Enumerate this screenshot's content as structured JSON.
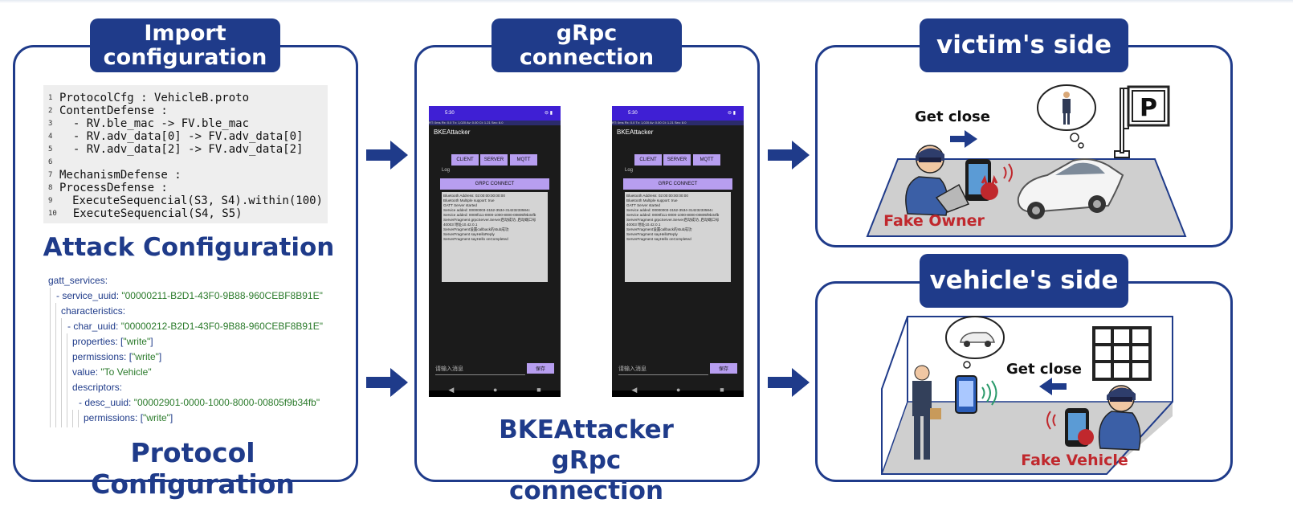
{
  "colors": {
    "navy": "#1f3b8a",
    "arrow": "#1f3b8a",
    "red": "#c0282d",
    "purple": "#b79ef0"
  },
  "panel1": {
    "tab": "Import configuration",
    "code_lines": [
      {
        "n": "1",
        "t": "ProtocolCfg : VehicleB.proto"
      },
      {
        "n": "2",
        "t": "ContentDefense :"
      },
      {
        "n": "3",
        "t": "  - RV.ble_mac -> FV.ble_mac"
      },
      {
        "n": "4",
        "t": "  - RV.adv_data[0] -> FV.adv_data[0]"
      },
      {
        "n": "5",
        "t": "  - RV.adv_data[2] -> FV.adv_data[2]"
      },
      {
        "n": "6",
        "t": ""
      },
      {
        "n": "7",
        "t": "MechanismDefense :"
      },
      {
        "n": "8",
        "t": "ProcessDefense :"
      },
      {
        "n": "9",
        "t": "  ExecuteSequencial(S3, S4).within(100)"
      },
      {
        "n": "10",
        "t": "  ExecuteSequencial(S4, S5)"
      }
    ],
    "attack_title": "Attack Configuration",
    "yaml": [
      {
        "k": "gatt_services:",
        "v": ""
      },
      {
        "k": "- service_uuid: ",
        "v": "\"00000211-B2D1-43F0-9B88-960CEBF8B91E\""
      },
      {
        "k": "characteristics:",
        "v": ""
      },
      {
        "k": "- char_uuid: ",
        "v": "\"00000212-B2D1-43F0-9B88-960CEBF8B91E\""
      },
      {
        "k": "properties: [",
        "v": "\"write\"",
        "e": "]"
      },
      {
        "k": "permissions: [",
        "v": "\"write\"",
        "e": "]"
      },
      {
        "k": "value: ",
        "v": "\"To Vehicle\""
      },
      {
        "k": "descriptors:",
        "v": ""
      },
      {
        "k": "- desc_uuid: ",
        "v": "\"00002901-0000-1000-8000-00805f9b34fb\""
      },
      {
        "k": "permissions: [",
        "v": "\"write\"",
        "e": "]"
      }
    ],
    "protocol_title": "Protocol Configuration"
  },
  "panel2": {
    "tab": "gRpc connection",
    "phone": {
      "time": "5:30",
      "status_strip": "RT: 0ms  Rx: 0.0  Tx: 1,020  Av: 0.00  Ct: 1.21  Sec: 8.0",
      "app_title": "BKEAttacker",
      "buttons": [
        "CLIENT",
        "SERVER",
        "MQTT"
      ],
      "log_label": "Log",
      "connect": "GRPC CONNECT",
      "log_lines": [
        "Bluetooth Address: 02:00:00:00:00:00",
        "Bluetooth Multiple support: true",
        "GATT Server started",
        "Service added: 00000003-3152-3534-31423233584c",
        "Service added: 0000f111-0000-1000-8000-00805f9b34fb",
        "ServerFragment grpcServer.Server启动成功, 启动端口号",
        "40003 地址10.42.0.1",
        "ServerFragment设置callback的stub成功",
        "ServerFragment sayHelloReply",
        "ServerFragment sayHello onCompleted"
      ],
      "input_placeholder": "请输入消息",
      "send": "保存",
      "nav": [
        "◀",
        "●",
        "■"
      ]
    },
    "bottom_title": "BKEAttacker gRpc connection"
  },
  "panel3": {
    "tab": "victim's side",
    "get_close": "Get close",
    "fake_owner": "Fake Owner",
    "parking_letter": "P"
  },
  "panel4": {
    "tab": "vehicle's side",
    "get_close": "Get close",
    "fake_vehicle": "Fake Vehicle"
  }
}
